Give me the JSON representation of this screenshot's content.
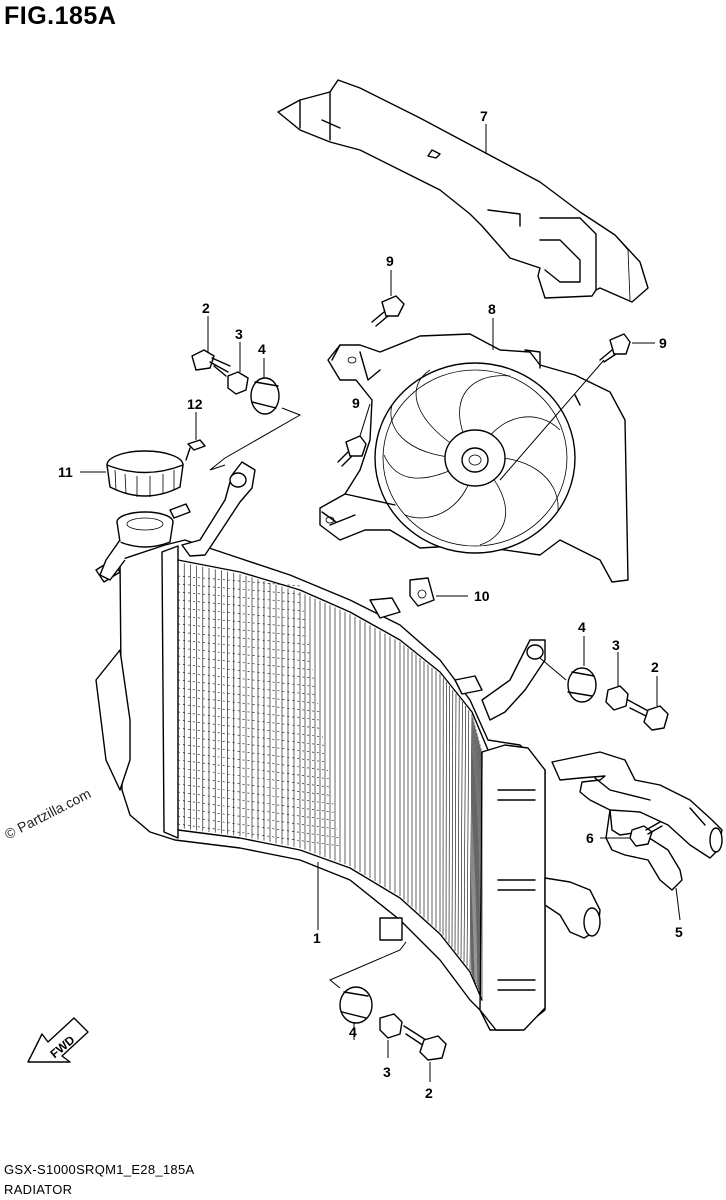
{
  "figure_title": "FIG.185A",
  "watermark": "© Partzilla.com",
  "footer": {
    "code": "GSX-S1000SRQM1_E28_185A",
    "name": "RADIATOR"
  },
  "fwd_label": "FWD",
  "callouts": {
    "c1": "1",
    "c2a": "2",
    "c2b": "2",
    "c2c": "2",
    "c3a": "3",
    "c3b": "3",
    "c3c": "3",
    "c4a": "4",
    "c4b": "4",
    "c4c": "4",
    "c5": "5",
    "c6": "6",
    "c7": "7",
    "c8": "8",
    "c9a": "9",
    "c9b": "9",
    "c9c": "9",
    "c10": "10",
    "c11": "11",
    "c12": "12"
  }
}
